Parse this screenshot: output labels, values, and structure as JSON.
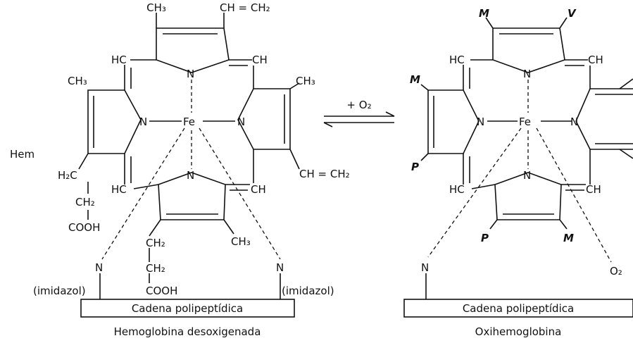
{
  "left": {
    "ch3_top": "CH₃",
    "vinyl_top": "CH = CH₂",
    "hc_top": "HC",
    "ch_top": "CH",
    "ch3_left": "CH₃",
    "ch3_right": "CH₃",
    "n_left": "N",
    "fe": "Fe",
    "n_right": "N",
    "n_top": "N",
    "n_bottom": "N",
    "hem": "Hem",
    "vinyl_right": "CH = CH₂",
    "h2c": "H₂C",
    "ch2_left": "CH₂",
    "cooh_left": "COOH",
    "hc_bottom": "HC",
    "ch_bottom": "CH",
    "ch2_mid1": "CH₂",
    "ch3_bottom": "CH₃",
    "ch2_mid2": "CH₂",
    "cooh_mid": "COOH",
    "n_imid_left": "N",
    "n_imid_right": "N",
    "imid_left": "(imidazol)",
    "imid_right": "(imidazol)",
    "chain": "Cadena polipeptídica",
    "caption": "Hemoglobina desoxigenada"
  },
  "reaction": {
    "arrow_label": "+ O₂"
  },
  "right": {
    "m_top": "M",
    "v_top": "V",
    "hc_top": "HC",
    "ch_top": "CH",
    "m_left": "M",
    "p_left": "P",
    "n_left": "N",
    "fe": "Fe",
    "n_right": "N",
    "n_top": "N",
    "n_bottom": "N",
    "hc_bottom": "HC",
    "ch_bottom": "CH",
    "p_bottom": "P",
    "m_bottom": "M",
    "n_imid": "N",
    "o2": "O₂",
    "chain": "Cadena polipeptídica",
    "caption": "Oxihemoglobina"
  }
}
